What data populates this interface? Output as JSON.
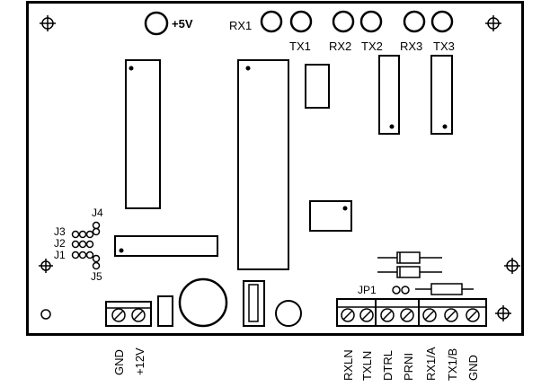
{
  "power": {
    "plus5v": "+5V"
  },
  "leds": {
    "rx1": "RX1",
    "tx1": "TX1",
    "rx2": "RX2",
    "tx2": "TX2",
    "rx3": "RX3",
    "tx3": "TX3"
  },
  "jumpers": {
    "j1": "J1",
    "j2": "J2",
    "j3": "J3",
    "j4": "J4",
    "j5": "J5",
    "jp1": "JP1"
  },
  "power_terminals": [
    "GND",
    "+12V"
  ],
  "io_terminals": [
    "RXLN",
    "TXLN",
    "DTRL",
    "PRNI",
    "RX1/A",
    "TX1/B",
    "GND"
  ]
}
